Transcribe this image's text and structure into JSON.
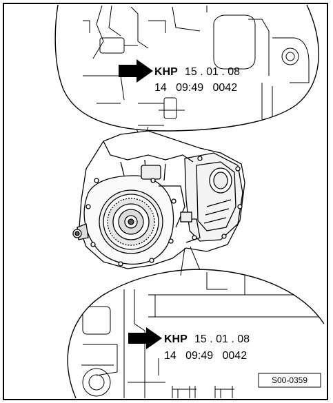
{
  "top_callout": {
    "prefix": "KHP",
    "line1": "15 . 01 . 08",
    "line2": "14   09:49   0042"
  },
  "bottom_callout": {
    "prefix": "KHP",
    "line1": "15 . 01 . 08",
    "line2": "14   09:49   0042"
  },
  "figure_ref": "S00-0359",
  "icons": {
    "arrow": "arrow-right-icon",
    "transmission": "gearbox-illustration"
  }
}
